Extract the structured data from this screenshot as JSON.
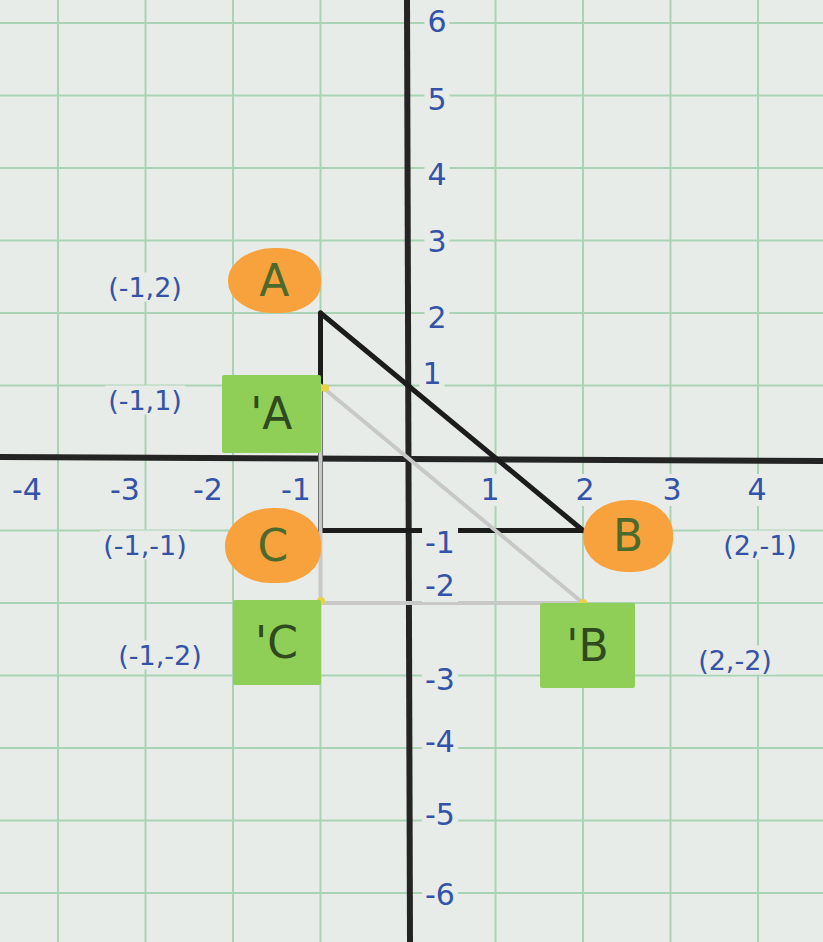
{
  "diagram": {
    "nodes": [
      {
        "text": [
          "A"
        ]
      },
      {
        "text": [
          "'A"
        ]
      },
      {
        "text": [
          "C"
        ]
      },
      {
        "text": [
          "'C"
        ]
      },
      {
        "text": [
          "B"
        ]
      },
      {
        "text": [
          "'B"
        ]
      }
    ],
    "edges": [
      {
        "from": 0,
        "to": 4,
        "arrow": "none"
      },
      {
        "from": 4,
        "to": 2,
        "arrow": "none"
      },
      {
        "from": 2,
        "to": 0,
        "arrow": "none"
      },
      {
        "from": 1,
        "to": 5,
        "arrow": "none"
      },
      {
        "from": 5,
        "to": 3,
        "arrow": "none"
      },
      {
        "from": 3,
        "to": 1,
        "arrow": "none"
      }
    ],
    "labels": [
      "(-1,2)",
      "(-1,1)",
      "(-1,-1)",
      "(-1,-2)",
      "(2,-1)",
      "(2,-2)",
      "-4",
      "-3",
      "-2",
      "-1",
      "1",
      "2",
      "3",
      "4",
      "6",
      "5",
      "4",
      "3",
      "2",
      "1",
      "-1",
      "-2",
      "-3",
      "-4",
      "-5",
      "-6"
    ]
  }
}
